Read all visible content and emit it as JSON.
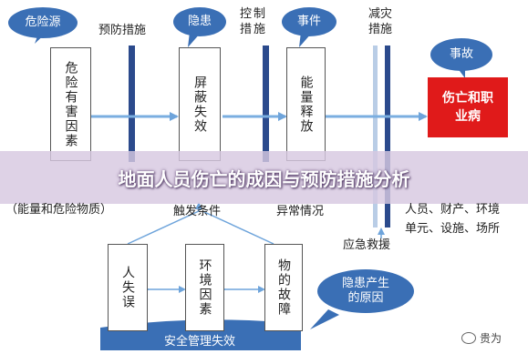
{
  "title": "地面人员伤亡的成因与预防措施分析",
  "top_bubbles": {
    "hazard_source": "危险源",
    "hidden_danger": "隐患",
    "event": "事件",
    "accident": "事故"
  },
  "column_labels": {
    "prevention": "预防措施",
    "control": "控制措施",
    "mitigation": "减灾措施"
  },
  "boxes": {
    "hazard_factors": "危险有害因素",
    "shield_failure": "屏蔽失效",
    "energy_release": "能量释放"
  },
  "result": {
    "line1": "伤亡和职",
    "line2": "业病"
  },
  "sub_labels": {
    "energy_materials": "（能量和危险物质）",
    "trigger": "触发条件",
    "abnormal": "异常情况",
    "emergency_rescue": "应急救援",
    "loss_line1": "人员、财产、环境",
    "loss_line2": "单元、设施、场所"
  },
  "causes": {
    "human_error": "人失误",
    "environment": "环境因素",
    "object_fault": "物的故障",
    "bubble_line1": "隐患产生",
    "bubble_line2": "的原因",
    "safety_mgmt_failure": "安全管理失效"
  },
  "watermark": "贵为",
  "colors": {
    "bubble_blue": "#3a6fb5",
    "bar_navy": "#2b4a8c",
    "arrow_blue": "#7aaee0",
    "result_red": "#e01a1a",
    "banner": "#d7c8e1"
  }
}
